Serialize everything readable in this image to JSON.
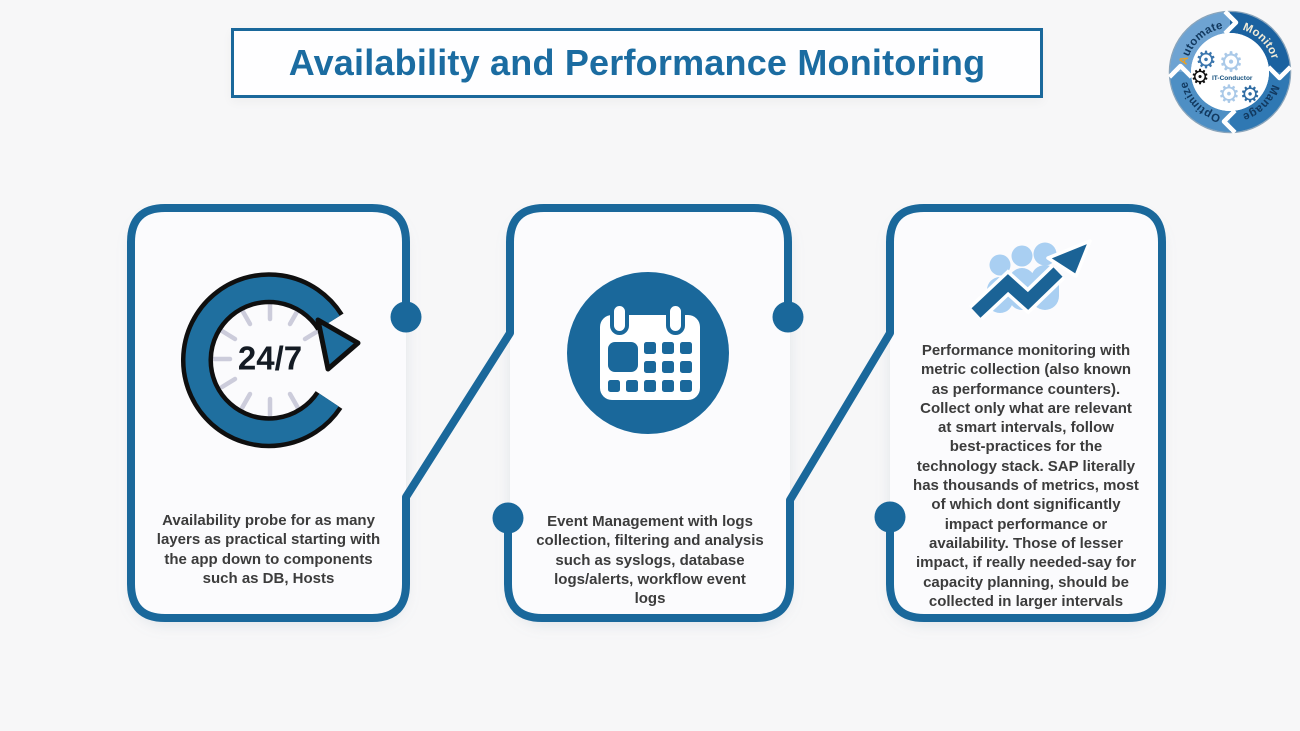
{
  "page": {
    "background_color": "#f7f7f8",
    "accent_color": "#1a689b",
    "card_fill_color": "#fbfbfd",
    "body_text_color": "#3c3c3c"
  },
  "header": {
    "title": "Availability and Performance Monitoring",
    "title_color": "#1b6ca1"
  },
  "logo": {
    "automate_initial": "A",
    "automate_rest": "utomate",
    "monitor": "Monitor",
    "manage": "Manage",
    "optimize": "Optimize",
    "center_text": "IT-Conductor",
    "initial_color": "#e9a227",
    "segment_colors": [
      "#6ea3d2",
      "#1b62a0",
      "#2f78b3",
      "#4e8fc4"
    ],
    "label_color": "#12395f",
    "gear_colors": [
      "#3b76ad",
      "#aac9e8",
      "#111111",
      "#aac9e8",
      "#2f6ca3"
    ]
  },
  "cards": [
    {
      "id": "availability",
      "icon": "clock-24-7-icon",
      "badge": "24/7",
      "text": "Availability probe for as many\nlayers as practical starting with\nthe app down to components\nsuch as DB, Hosts"
    },
    {
      "id": "event-management",
      "icon": "calendar-icon",
      "text": "Event Management with logs\ncollection, filtering and analysis\nsuch as syslogs, database\nlogs/alerts, workflow event\nlogs"
    },
    {
      "id": "performance-monitoring",
      "icon": "people-growth-arrow-icon",
      "text": "Performance monitoring with\nmetric collection (also known\nas performance counters).\nCollect only what are relevant\nat smart intervals, follow\nbest-practices for the\ntechnology stack. SAP literally\nhas thousands of metrics, most\nof which dont significantly\nimpact performance or\navailability. Those of lesser\nimpact, if really needed-say for\ncapacity planning, should be\ncollected in larger intervals"
    }
  ]
}
